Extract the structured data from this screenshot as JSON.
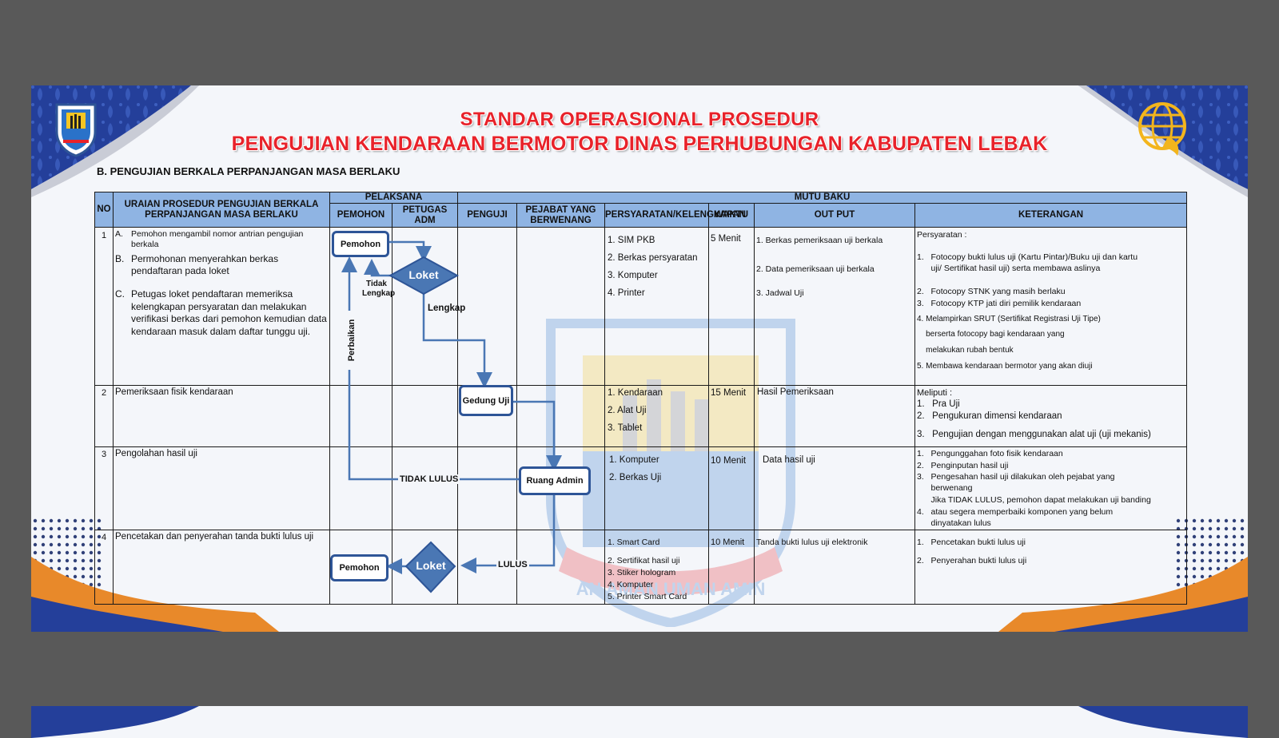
{
  "header": {
    "title_line1": "STANDAR OPERASIONAL PROSEDUR",
    "title_line2": "PENGUJIAN KENDARAAN BERMOTOR DINAS PERHUBUNGAN KABUPATEN LEBAK",
    "section": "B. PENGUJIAN BERKALA PERPANJANGAN MASA BERLAKU"
  },
  "colors": {
    "title_red": "#e8222a",
    "header_blue": "#8fb4e3",
    "flow_blue": "#2e5597",
    "diamond_blue": "#4a77b4",
    "accent_orange": "#e8892a"
  },
  "table": {
    "group_headers": {
      "pelaksana": "PELAKSANA",
      "mutu_baku": "MUTU BAKU"
    },
    "columns": {
      "no": "NO",
      "uraian": "URAIAN PROSEDUR PENGUJIAN BERKALA PERPANJANGAN MASA BERLAKU",
      "pemohon": "PEMOHON",
      "petugas": "PETUGAS ADM",
      "penguji": "PENGUJI",
      "pejabat": "PEJABAT YANG BERWENANG",
      "persyaratan": "PERSYARATAN/KELENGKAPAN",
      "waktu": "WAKTU",
      "output": "OUT PUT",
      "keterangan": "KETERANGAN"
    },
    "rows": [
      {
        "no": "1",
        "uraian": [
          {
            "m": "A.",
            "t": "Pemohon mengambil nomor antrian pengujian berkala"
          },
          {
            "m": "B.",
            "t": "Permohonan menyerahkan berkas pendaftaran pada loket"
          },
          {
            "m": "C.",
            "t": "Petugas loket pendaftaran memeriksa kelengkapan persyaratan dan melakukan verifikasi berkas dari pemohon kemudian data kendaraan masuk dalam daftar tunggu uji."
          }
        ],
        "persyaratan": [
          "1. SIM PKB",
          "2. Berkas persyaratan",
          "3. Komputer",
          "4. Printer"
        ],
        "waktu": "5 Menit",
        "output": [
          "1. Berkas pemeriksaan uji berkala",
          "2. Data pemeriksaan uji berkala",
          "3. Jadwal Uji"
        ],
        "keterangan": [
          "Persyaratan :",
          "1.   Fotocopy bukti lulus uji (Kartu Pintar)/Buku uji dan kartu",
          "      uji/ Sertifikat hasil uji) serta membawa aslinya",
          "2.   Fotocopy STNK yang masih berlaku",
          "3.   Fotocopy KTP jati diri pemilik kendaraan",
          "4. Melampirkan SRUT (Sertifikat Registrasi Uji Tipe)",
          "    berserta fotocopy bagi kendaraan yang",
          "    melakukan rubah bentuk",
          "5. Membawa kendaraan bermotor yang akan diuji"
        ]
      },
      {
        "no": "2",
        "uraian_text": "Pemeriksaan fisik kendaraan",
        "persyaratan": [
          "1. Kendaraan",
          "2. Alat Uji",
          "3. Tablet"
        ],
        "waktu": "15 Menit",
        "output": [
          "Hasil Pemeriksaan"
        ],
        "keterangan": [
          "Meliputi :",
          "1.   Pra Uji",
          "2.   Pengukuran dimensi kendaraan",
          "3.   Pengujian dengan menggunakan alat uji (uji mekanis)"
        ]
      },
      {
        "no": "3",
        "uraian_text": "Pengolahan hasil uji",
        "persyaratan": [
          "1. Komputer",
          "2. Berkas Uji"
        ],
        "waktu": "10 Menit",
        "output": [
          "Data hasil uji"
        ],
        "keterangan": [
          "1.   Pengunggahan foto fisik kendaraan",
          "2.   Penginputan hasil uji",
          "3.   Pengesahan hasil uji dilakukan oleh pejabat yang",
          "      berwenang",
          "      Jika TIDAK LULUS, pemohon dapat melakukan uji banding",
          "4.   atau segera memperbaiki komponen yang belum",
          "      dinyatakan lulus"
        ]
      },
      {
        "no": "4",
        "uraian_text": "Pencetakan dan penyerahan tanda bukti lulus uji",
        "persyaratan": [
          "1. Smart Card",
          "2. Sertifikat hasil uji",
          "3. Stiker hologram",
          "4. Komputer",
          "5. Printer Smart Card"
        ],
        "waktu": "10 Menit",
        "output": [
          "Tanda bukti lulus uji elektronik"
        ],
        "keterangan": [
          "1.   Pencetakan bukti lulus uji",
          "2.   Penyerahan bukti lulus uji"
        ]
      }
    ]
  },
  "flow": {
    "pemohon1": "Pemohon",
    "loket1": "Loket",
    "tidak_lengkap": "Tidak Lengkap",
    "lengkap": "Lengkap",
    "perbaikan": "Perbaikan",
    "gedung_uji": "Gedung Uji",
    "ruang_admin": "Ruang Admin",
    "tidak_lulus": "TIDAK LULUS",
    "lulus": "LULUS",
    "loket2": "Loket",
    "pemohon2": "Pemohon"
  },
  "watermark_text": "AN AMAN UMAN AMIN"
}
